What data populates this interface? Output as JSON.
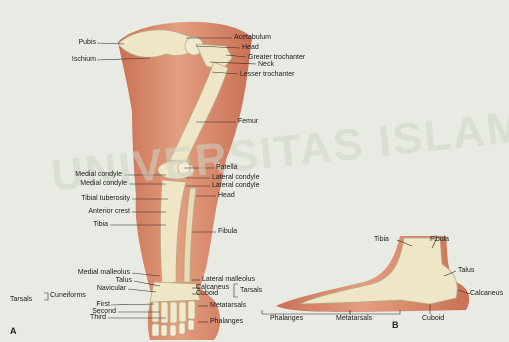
{
  "watermark": "UNIVERSITAS ISLAM RIAU",
  "panels": {
    "a": "A",
    "b": "B"
  },
  "leg_labels": {
    "pubis": "Pubis",
    "ischium": "Ischium",
    "acetabulum": "Acetabulum",
    "head_femur": "Head",
    "greater_trochanter": "Greater trochanter",
    "neck": "Neck",
    "lesser_trochanter": "Lesser trochanter",
    "femur": "Femur",
    "patella": "Patella",
    "medial_condyle_1": "Medial condyle",
    "medial_condyle_2": "Medial condyle",
    "lateral_condyle_1": "Lateral condyle",
    "lateral_condyle_2": "Lateral condyle",
    "tibial_tuberosity": "Tibial tuberosity",
    "head_fibula": "Head",
    "anterior_crest": "Anterior crest",
    "tibia": "Tibia",
    "fibula": "Fibula",
    "medial_malleolus": "Medial malleolus",
    "lateral_malleolus": "Lateral malleolus",
    "talus": "Talus",
    "calcaneus": "Calcaneus",
    "navicular": "Navicular",
    "cuboid": "Cuboid",
    "tarsals_left": "Tarsals",
    "tarsals_right": "Tarsals",
    "cuneiforms": "Cuneiforms",
    "first": "First",
    "second": "Second",
    "third": "Third",
    "metatarsals": "Metatarsals",
    "phalanges": "Phalanges"
  },
  "foot_labels": {
    "tibia": "Tibia",
    "fibula": "Fibula",
    "talus": "Talus",
    "calcaneus": "Calcaneus",
    "phalanges": "Phalanges",
    "metatarsals": "Metatarsals",
    "cuboid": "Cuboid"
  },
  "colors": {
    "background": "#e7ebe3",
    "skin": "#d9876a",
    "skin_shadow": "#c26a4f",
    "bone": "#efe6c8",
    "bone_outline": "#b9ad86",
    "leader": "#2a2a2a"
  }
}
